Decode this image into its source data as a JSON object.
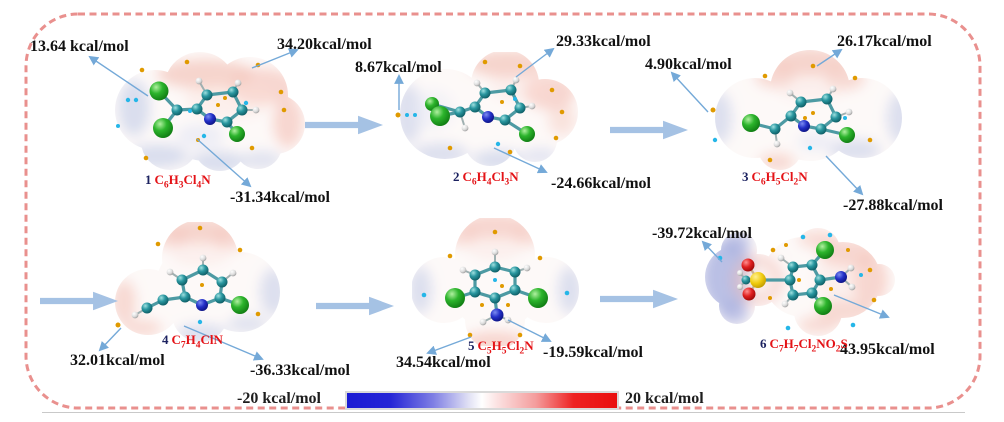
{
  "figure_border_color": "#e9908e",
  "molecules": [
    {
      "number": "1",
      "formula": "C_6H_3Cl_4N",
      "annotations": {
        "top_left": "13.64 kcal/mol",
        "top_right": "34.20kcal/mol",
        "bottom": "-31.34kcal/mol"
      }
    },
    {
      "number": "2",
      "formula": "C_6H_4Cl_3N",
      "annotations": {
        "left": "8.67kcal/mol",
        "top": "29.33kcal/mol",
        "bottom": "-24.66kcal/mol"
      }
    },
    {
      "number": "3",
      "formula": "C_6H_5Cl_2N",
      "annotations": {
        "left": "4.90kcal/mol",
        "top": "26.17kcal/mol",
        "bottom": "-27.88kcal/mol"
      }
    },
    {
      "number": "4",
      "formula": "C_7H_4ClN",
      "annotations": {
        "left": "32.01kcal/mol",
        "right": "-36.33kcal/mol"
      }
    },
    {
      "number": "5",
      "formula": "C_5H_5Cl_2N",
      "annotations": {
        "left": "34.54kcal/mol",
        "right": "-19.59kcal/mol"
      }
    },
    {
      "number": "6",
      "formula": "C_7H_7Cl_2NO_2S",
      "annotations": {
        "top": "-39.72kcal/mol",
        "right": "43.95kcal/mol"
      }
    }
  ],
  "colorbar": {
    "min_label": "-20 kcal/mol",
    "max_label": "20 kcal/mol",
    "gradient": [
      "#1b1bd4",
      "#ffffff",
      "#ea0f0f"
    ]
  },
  "atom_colors": {
    "carbon": "#1f8c94",
    "hydrogen": "#e8e8e8",
    "nitrogen": "#1522b8",
    "chlorine": "#1da023",
    "sulfur": "#e8c400",
    "oxygen": "#cc1111"
  }
}
